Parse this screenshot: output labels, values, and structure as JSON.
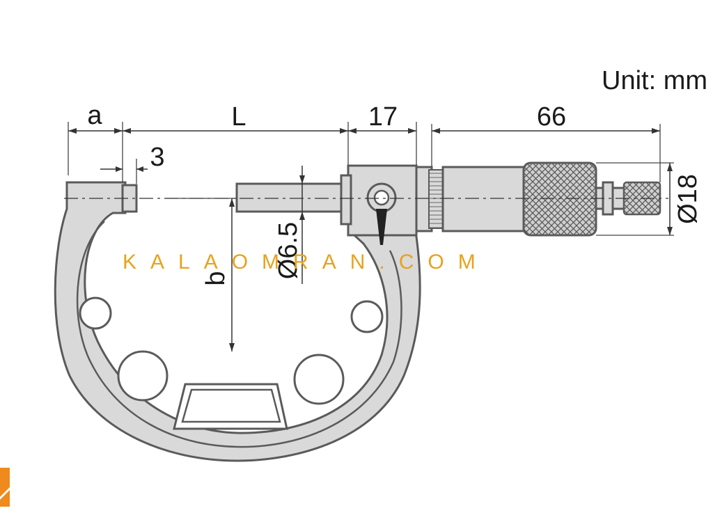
{
  "unit_label": "Unit: mm",
  "dimensions": {
    "a": "a",
    "L": "L",
    "d17": "17",
    "d66": "66",
    "d3": "3",
    "b": "b",
    "spindle_dia": "Ø6.5",
    "thimble_dia": "Ø18"
  },
  "watermark": "KALAOMRAN.COM",
  "colors": {
    "body_fill": "#d9d9d9",
    "outline": "#5a5a5a",
    "watermark": "#e8a21a",
    "logo": "#f08a1c"
  }
}
